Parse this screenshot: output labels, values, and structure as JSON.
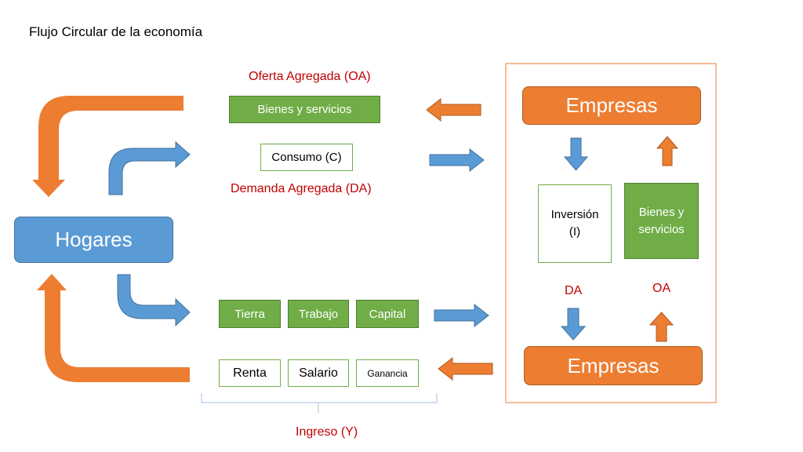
{
  "title": "Flujo Circular de la economía",
  "labels": {
    "oferta_agregada": "Oferta Agregada (OA)",
    "demanda_agregada": "Demanda Agregada (DA)",
    "ingreso": "Ingreso (Y)",
    "da": "DA",
    "oa": "OA"
  },
  "nodes": {
    "hogares": "Hogares",
    "empresas_top": "Empresas",
    "empresas_bottom": "Empresas",
    "bienes_servicios_flow": "Bienes y servicios",
    "consumo": "Consumo (C)",
    "inversion": "Inversión (I)",
    "bienes_servicios_firm": "Bienes y servicios",
    "tierra": "Tierra",
    "trabajo": "Trabajo",
    "capital": "Capital",
    "renta": "Renta",
    "salario": "Salario",
    "ganancia": "Ganancia"
  },
  "colors": {
    "orange": "#ED7D31",
    "blue": "#5B9BD5",
    "green": "#70AD47",
    "red_text": "#C00000"
  }
}
